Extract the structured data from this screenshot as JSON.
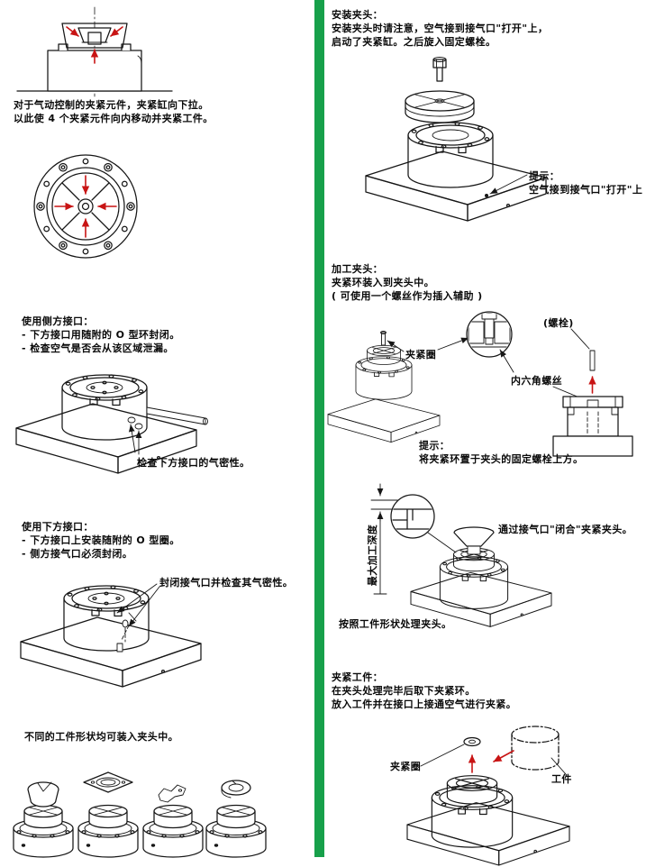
{
  "colors": {
    "divider_green": "#17a04a",
    "arrow_red": "#c81414",
    "line_black": "#161616"
  },
  "left": {
    "pneumatic": {
      "line1": "对于气动控制的夹紧元件，夹紧缸向下拉。",
      "line2": "以此使 4 个夹紧元件向内移动并夹紧工件。"
    },
    "side_port": {
      "title": "使用侧方接口：",
      "item1": "- 下方接口用随附的 O 型环封闭。",
      "item2": "- 检查空气是否会从该区域泄漏。",
      "callout": "检查下方接口的气密性。"
    },
    "bottom_port": {
      "title": "使用下方接口：",
      "item1": "- 下方接口上安装随附的 O 型圈。",
      "item2": "- 侧方接气口必须封闭。",
      "callout": "封闭接气口并检查其气密性。"
    },
    "workpiece_shapes": {
      "caption": "不同的工件形状均可装入夹头中。"
    }
  },
  "right": {
    "install": {
      "title": "安装夹头：",
      "line1": "安装夹头时请注意，空气接到接气口\"打开\"上，",
      "line2": "启动了夹紧缸。之后旋入固定螺栓。",
      "hint_title": "提示：",
      "hint_text": "空气接到接气口\"打开\"上"
    },
    "machining": {
      "title": "加工夹头：",
      "line1": "夹紧环装入到夹头中。",
      "line2": "( 可使用一个螺丝作为插入辅助 )",
      "bolt_label": "(螺栓)",
      "ring_label": "夹紧圈",
      "hex_screw_label": "内六角螺丝",
      "hint_title": "提示：",
      "hint_text": "将夹紧环置于夹头的固定螺栓上方。"
    },
    "closing": {
      "close_caption": "通过接气口\"闭合\"夹紧夹头。",
      "depth_label": "最大加工深度",
      "shape_caption": "按照工件形状处理夹头。"
    },
    "clamping": {
      "title": "夹紧工件：",
      "line1": "在夹头处理完毕后取下夹紧环。",
      "line2": "放入工件并在接口上接通空气进行夹紧。",
      "ring_label": "夹紧圈",
      "workpiece_label": "工件"
    }
  }
}
